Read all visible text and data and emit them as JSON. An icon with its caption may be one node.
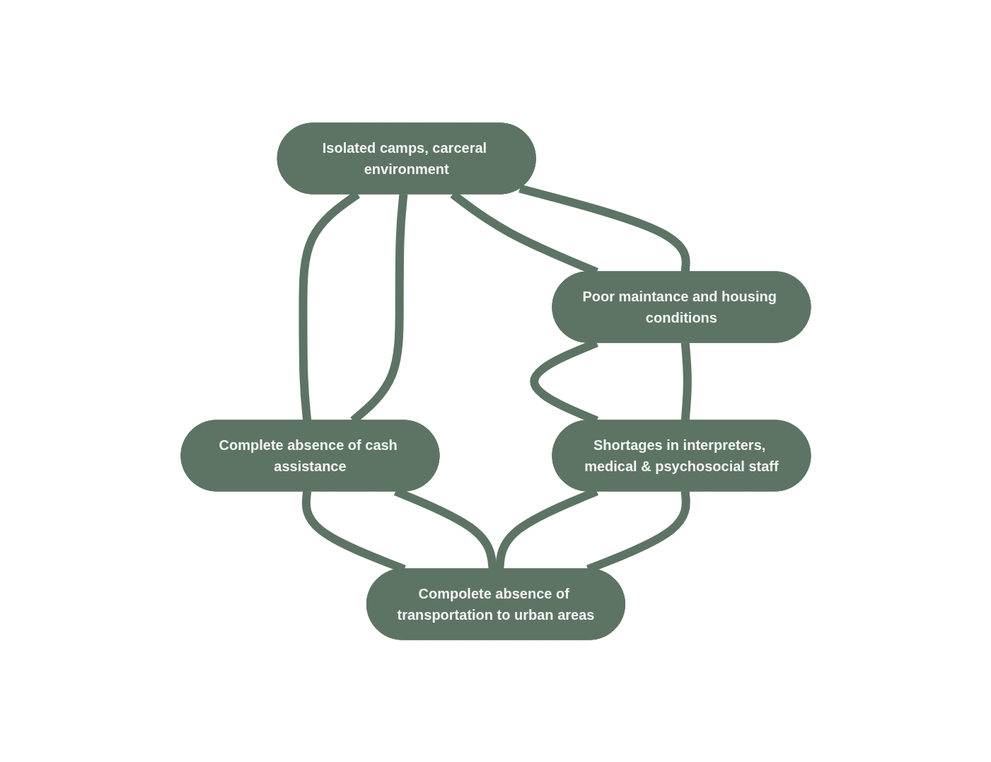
{
  "diagram": {
    "nodes": [
      {
        "text": [
          "Isolated camps, carceral environment"
        ]
      },
      {
        "text": [
          "Poor maintance and housing conditions"
        ]
      },
      {
        "text": [
          "Complete absence of cash assistance"
        ]
      },
      {
        "text": [
          "Shortages in interpreters, medical & psychosocial staff"
        ]
      },
      {
        "text": [
          "Compolete absence of transportation to urban areas"
        ]
      }
    ],
    "edges": [
      {
        "from": 0,
        "to": 2,
        "arrow": "none"
      },
      {
        "from": 0,
        "to": 2,
        "arrow": "none"
      },
      {
        "from": 2,
        "to": 4,
        "arrow": "none"
      },
      {
        "from": 2,
        "to": 4,
        "arrow": "none"
      },
      {
        "from": 3,
        "to": 4,
        "arrow": "none"
      },
      {
        "from": 3,
        "to": 4,
        "arrow": "none"
      },
      {
        "from": 1,
        "to": 3,
        "arrow": "none"
      },
      {
        "from": 1,
        "to": 3,
        "arrow": "none"
      },
      {
        "from": 0,
        "to": 1,
        "arrow": "none"
      },
      {
        "from": 0,
        "to": 1,
        "arrow": "none"
      }
    ]
  }
}
